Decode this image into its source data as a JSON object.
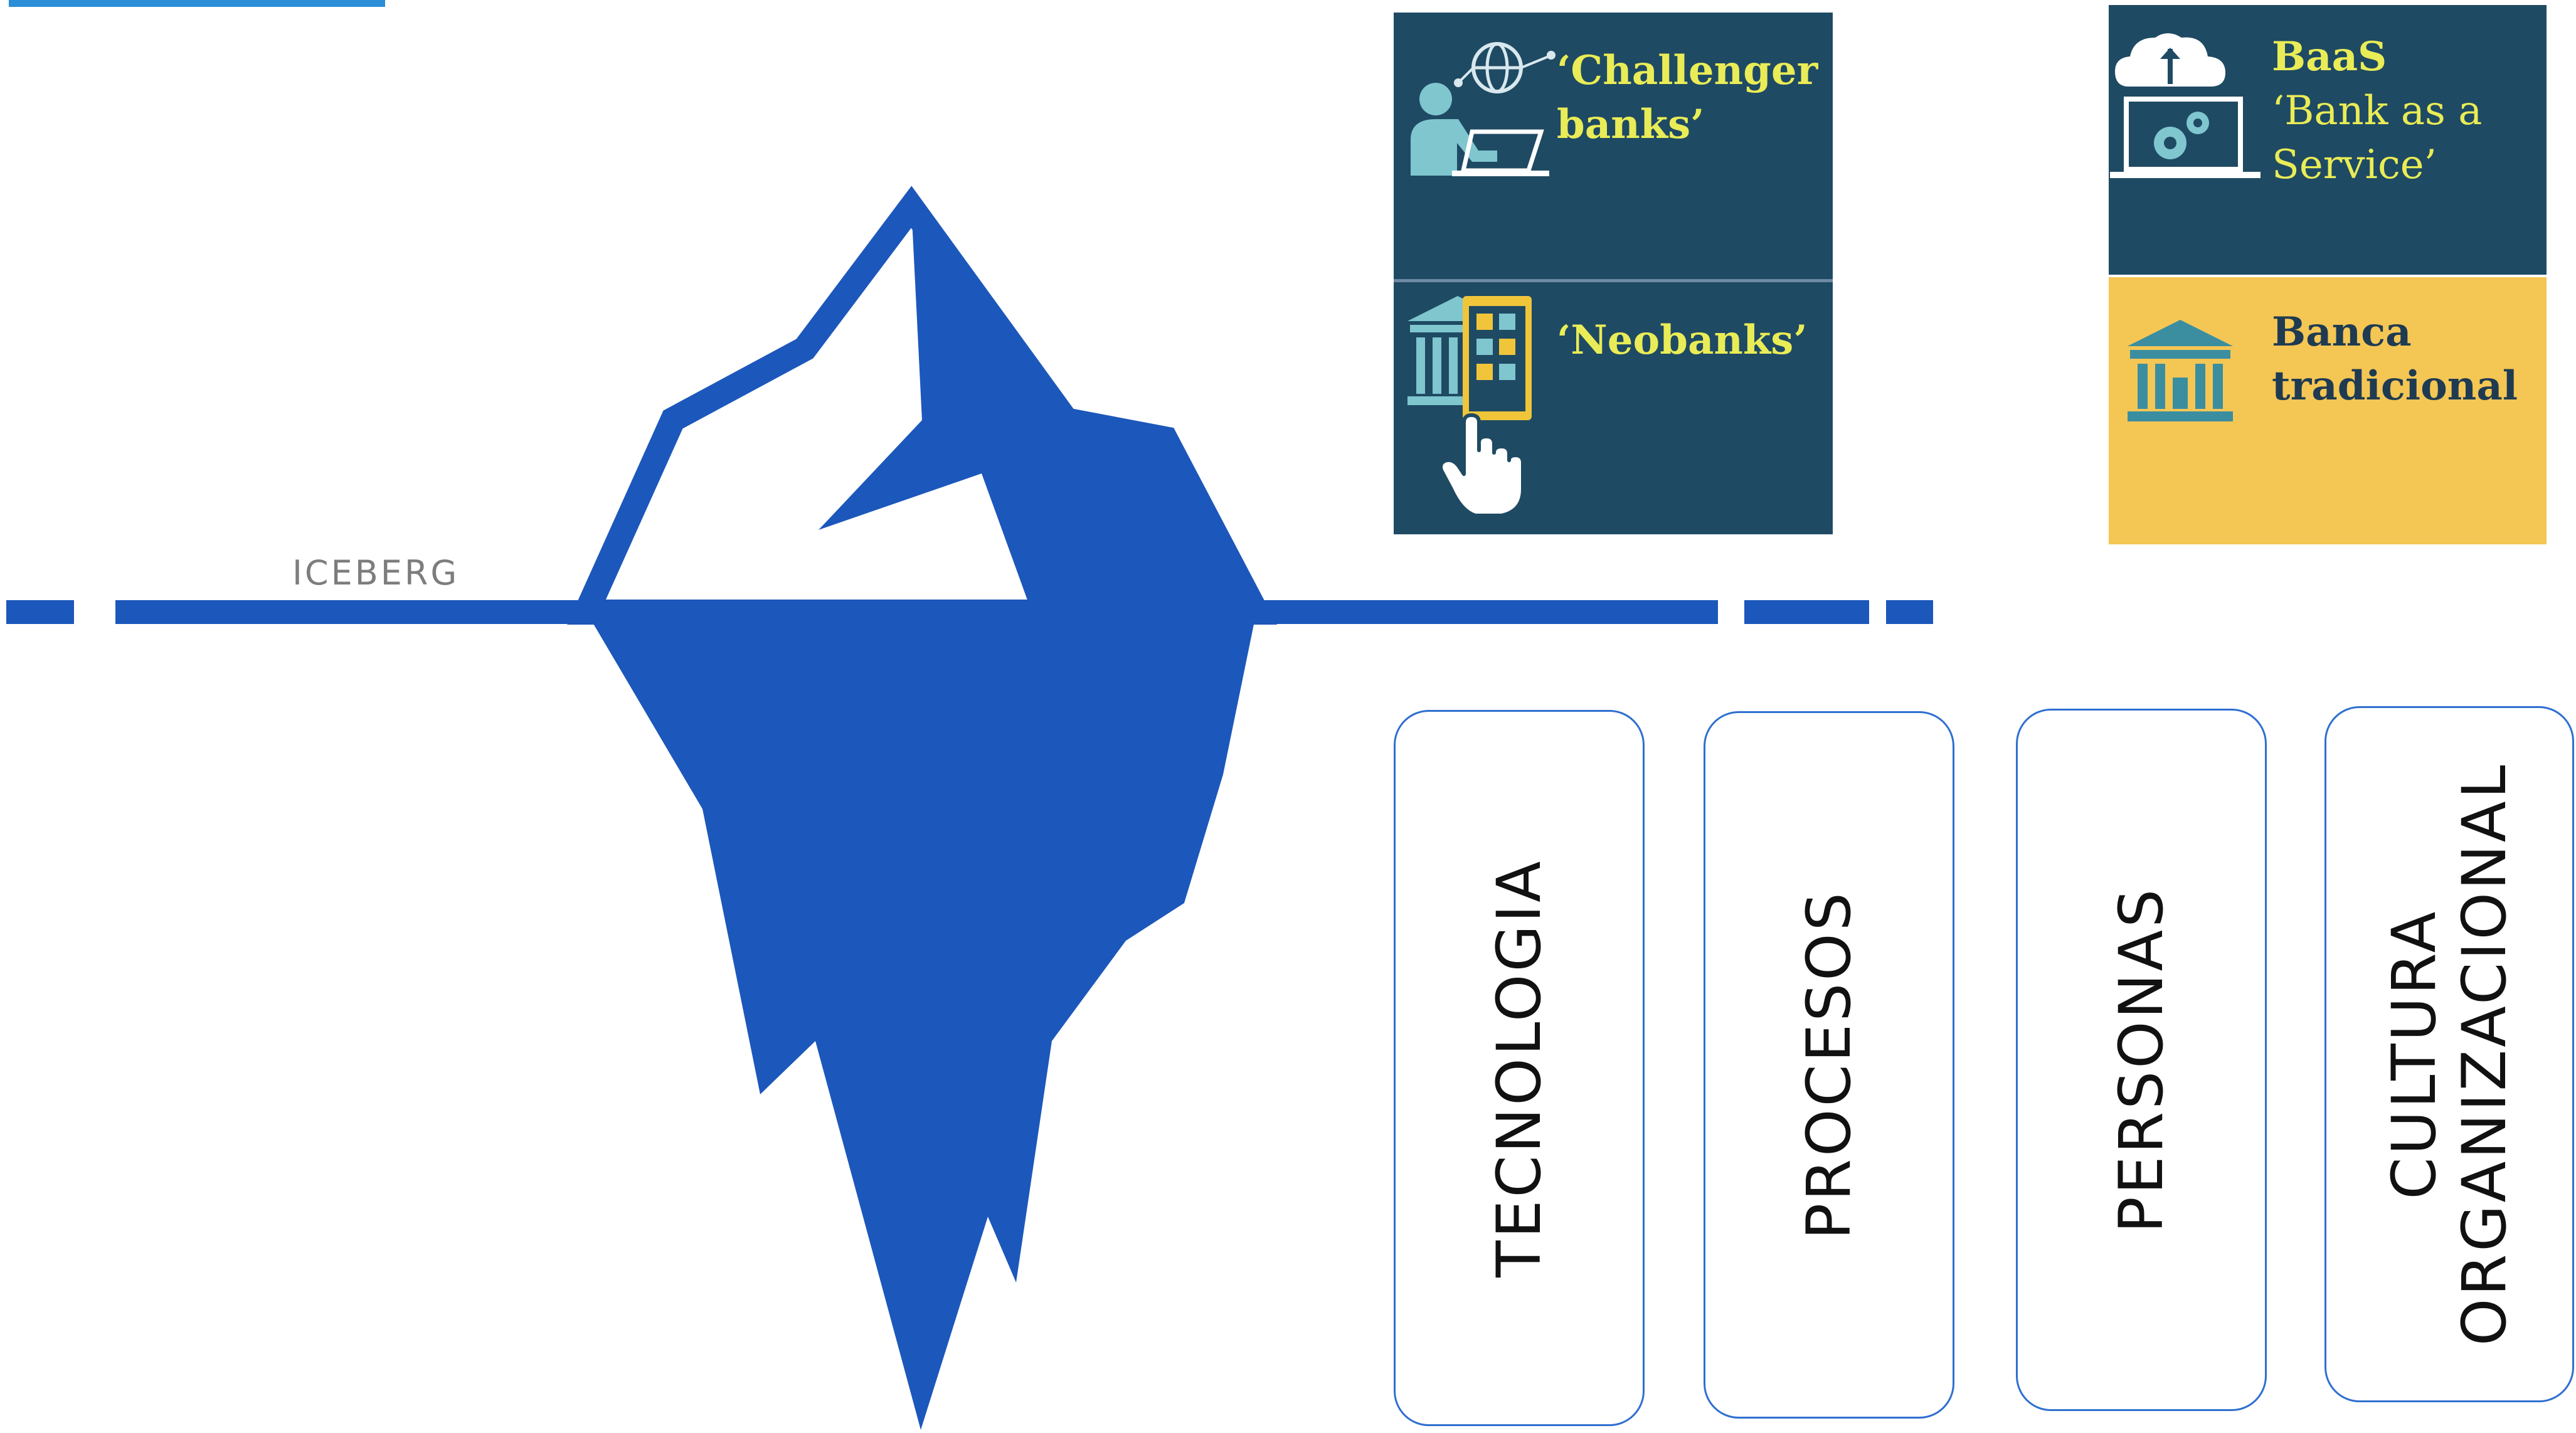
{
  "colors": {
    "accent_blue": "#1c57bb",
    "top_bar": "#2b8ed6",
    "panel_dark": "#1f4a63",
    "panel_yellow": "#f4c654",
    "card_text_yellow": "#e9ec56",
    "pillar_border": "#2f6fd0"
  },
  "iceberg": {
    "label": "ICEBERG"
  },
  "cards": {
    "challenger": {
      "line1": "‘Challenger",
      "line2": "banks’",
      "icon": "person-laptop-globe-icon"
    },
    "neobanks": {
      "line1": "‘Neobanks’",
      "icon": "bank-phone-pointer-icon"
    },
    "baas": {
      "line1": "BaaS",
      "line2": "‘Bank as a",
      "line3": "Service’",
      "icon": "cloud-laptop-gear-icon"
    },
    "tradicional": {
      "line1": "Banca",
      "line2": "tradicional",
      "icon": "bank-building-icon"
    }
  },
  "pillars": [
    {
      "label": "TECNOLOGIA"
    },
    {
      "label": "PROCESOS"
    },
    {
      "label": "PERSONAS"
    },
    {
      "label": "CULTURA\nORGANIZACIONAL"
    }
  ]
}
